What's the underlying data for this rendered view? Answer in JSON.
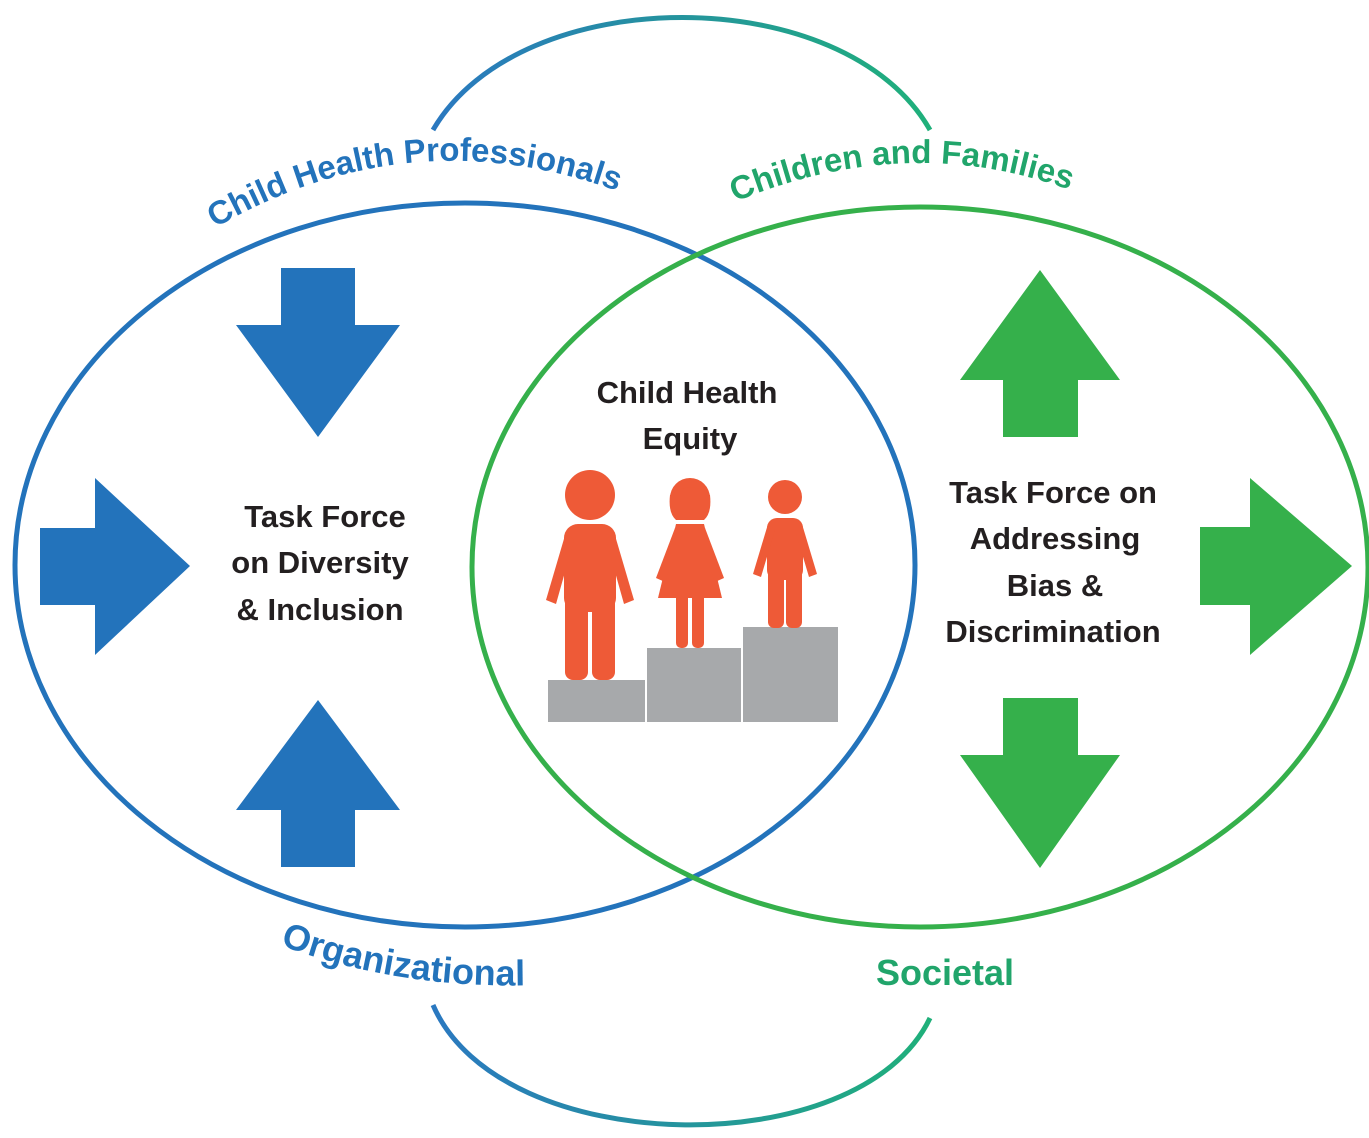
{
  "colors": {
    "blue": "#2373bb",
    "green": "#35b04b",
    "label_green": "#21a56b",
    "person": "#ee5a37",
    "steps": "#a7a9ab",
    "text": "#231f20"
  },
  "labels": {
    "top_left": "Child Health Professionals",
    "top_right": "Children and Families",
    "bottom_left": "Organizational",
    "bottom_right": "Societal"
  },
  "center": {
    "title_line1": "Child Health",
    "title_line2": "Equity",
    "icon": "children-on-steps-icon"
  },
  "left_box": {
    "line1": "Task Force",
    "line2": "on Diversity",
    "line3": "& Inclusion"
  },
  "right_box": {
    "line1": "Task Force on",
    "line2": "Addressing",
    "line3": "Bias &",
    "line4": "Discrimination"
  },
  "arrows": {
    "left_direction": "inward",
    "right_direction": "outward"
  }
}
